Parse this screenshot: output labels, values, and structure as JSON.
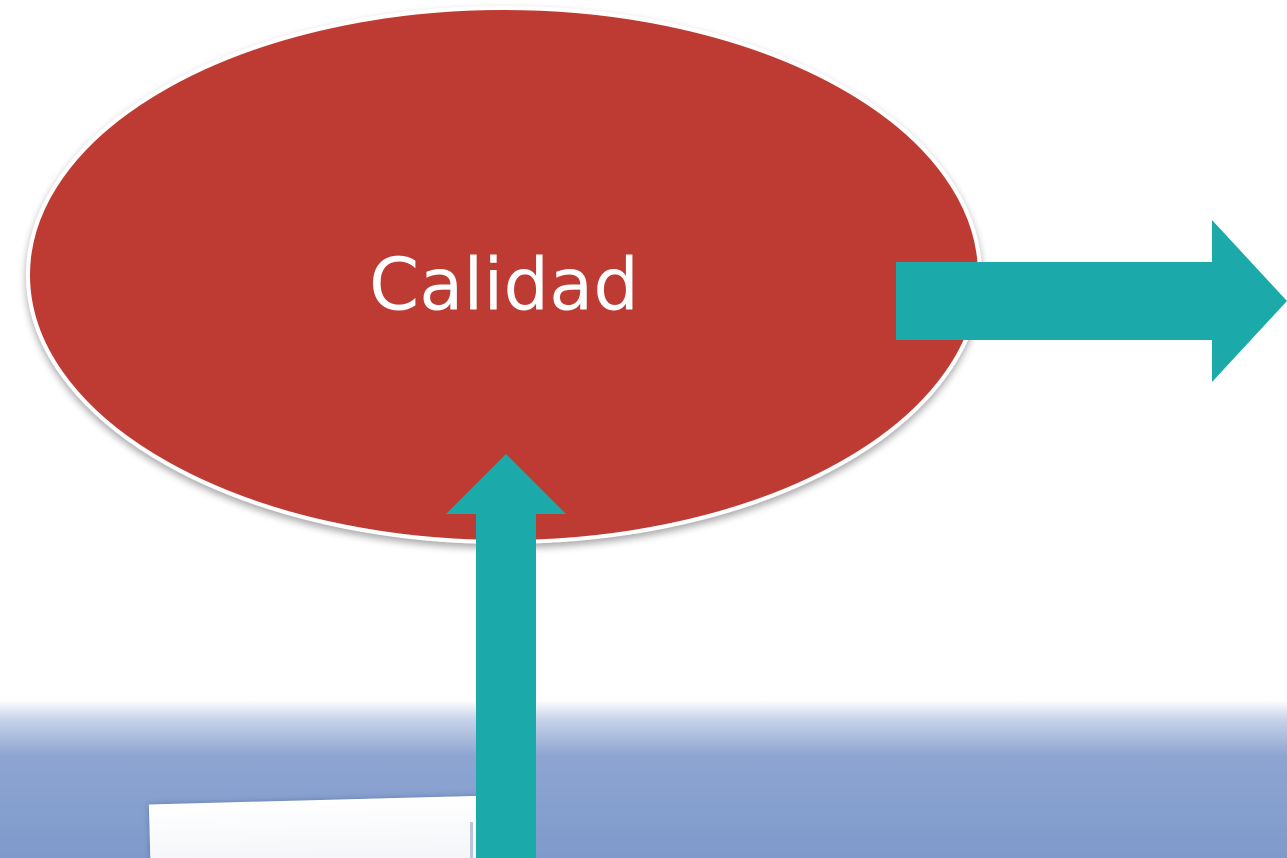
{
  "diagram": {
    "nodes": [
      {
        "id": "calidad",
        "label": "Calidad",
        "shape": "ellipse",
        "fill": "#bd3a30",
        "border": "#ffffff"
      }
    ],
    "arrows": [
      {
        "id": "arrow-right",
        "direction": "right",
        "color": "#1baaa9",
        "from": "calidad"
      },
      {
        "id": "arrow-up",
        "direction": "up",
        "color": "#1baaa9",
        "to": "calidad"
      }
    ]
  },
  "colors": {
    "node_fill": "#bd3a30",
    "arrow": "#1baaa9",
    "band": "#7e9acb",
    "background": "#ffffff"
  }
}
